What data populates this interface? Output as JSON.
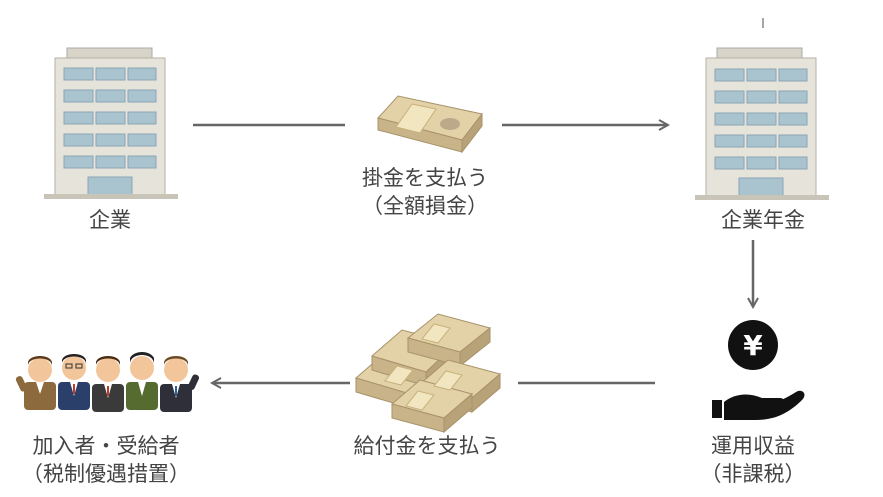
{
  "nodes": {
    "company": {
      "label": "企業",
      "icon": "office-building-icon"
    },
    "pension": {
      "label": "企業年金",
      "icon": "office-building-icon"
    },
    "returns": {
      "label_line1": "運用収益",
      "label_line2": "（非課税）",
      "icon": "yen-hand-icon"
    },
    "members": {
      "label_line1": "加入者・受給者",
      "label_line2": "（税制優遇措置）",
      "icon": "business-people-icon"
    }
  },
  "flows": {
    "contribution": {
      "label_line1": "掛金を支払う",
      "label_line2": "（全額損金）",
      "icon": "banknote-bundle-icon"
    },
    "benefit": {
      "label_line1": "給付金を支払う",
      "icon": "banknote-stacks-icon"
    }
  },
  "colors": {
    "arrow": "#666666",
    "building_body": "#e6e3da",
    "building_window": "#a9c3cf",
    "text": "#444444",
    "money": "#c9b48a",
    "band": "#e9d9a8"
  }
}
